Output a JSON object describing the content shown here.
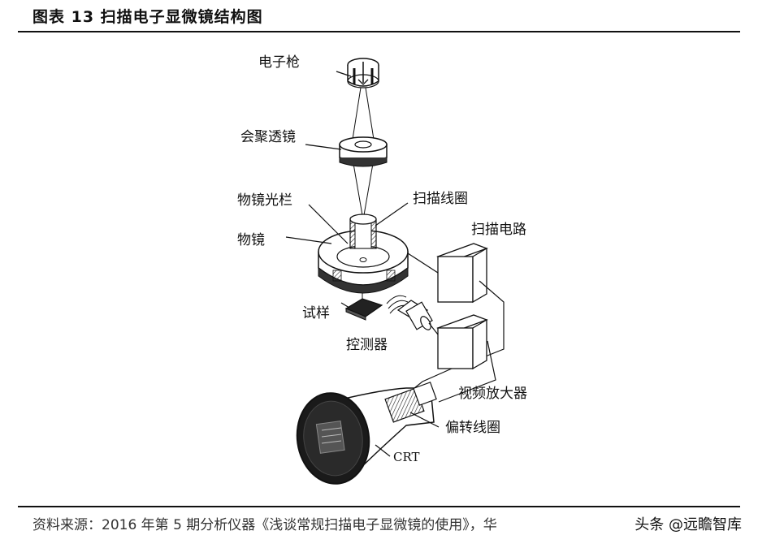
{
  "header": {
    "title": "图表 13  扫描电子显微镜结构图"
  },
  "diagram": {
    "labels": {
      "electron_gun": "电子枪",
      "condenser_lens": "会聚透镜",
      "objective_aperture": "物镜光栏",
      "scan_coil": "扫描线圈",
      "scan_circuit": "扫描电路",
      "objective_lens": "物镜",
      "specimen": "试样",
      "detector": "控测器",
      "video_amplifier": "视频放大器",
      "deflection_coil": "偏转线圈",
      "crt": "CRT"
    }
  },
  "footer": {
    "source": "资料来源：2016 年第 5 期分析仪器《浅谈常规扫描电子显微镜的使用》，华",
    "watermark": "头条 @远瞻智库"
  }
}
